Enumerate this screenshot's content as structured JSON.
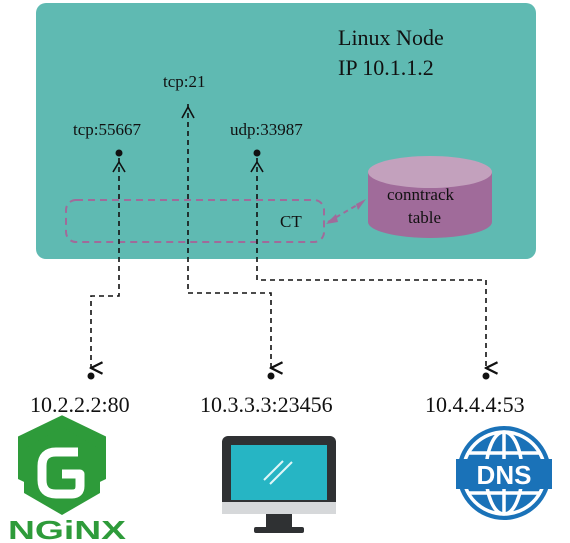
{
  "node": {
    "title": "Linux Node",
    "ip": "IP 10.1.1.2",
    "bg_color": "#5fbab2"
  },
  "ports": {
    "tcp_local": "tcp:55667",
    "tcp_21": "tcp:21",
    "udp": "udp:33987"
  },
  "ct": {
    "label": "CT"
  },
  "conntrack": {
    "line1": "conntrack",
    "line2": "table",
    "color": "#a06b9a"
  },
  "destinations": {
    "nginx_addr": "10.2.2.2:80",
    "ftp_addr": "10.3.3.3:23456",
    "dns_addr": "10.4.4.4:53"
  },
  "logos": {
    "nginx_text": "NGiNX",
    "dns_text": "DNS",
    "nginx_color": "#2e9b3a",
    "dns_color": "#1a72b8",
    "monitor_screen_color": "#26b5c4"
  },
  "icons": [
    "nginx-logo-icon",
    "monitor-icon",
    "dns-globe-icon",
    "database-cylinder-icon"
  ]
}
